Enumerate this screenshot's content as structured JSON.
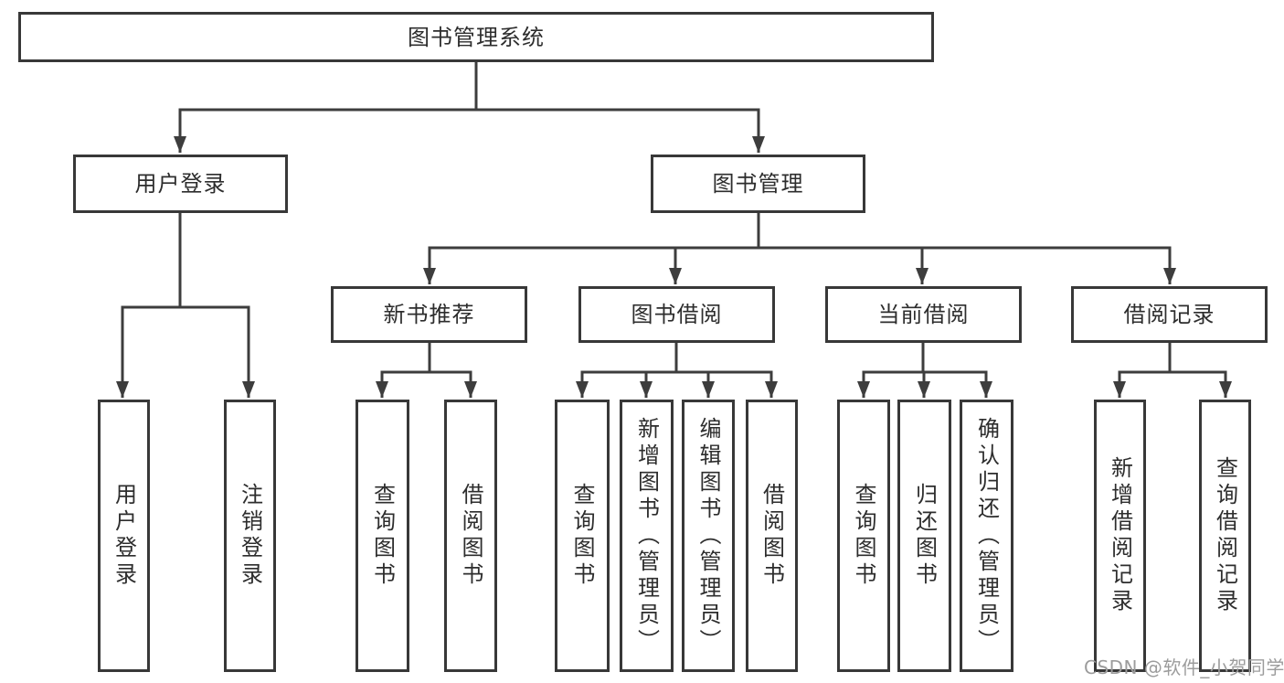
{
  "palette": {
    "background": "#ffffff",
    "box_border": "#383838",
    "line": "#3d3d3d",
    "text": "#2d2d2d",
    "watermark_text": "#9c9c9c"
  },
  "watermark": "CSDN @软件_小贺同学",
  "tree": {
    "label": "图书管理系统",
    "children": [
      {
        "label": "用户登录",
        "children": [
          {
            "label": "用户登录"
          },
          {
            "label": "注销登录"
          }
        ]
      },
      {
        "label": "图书管理",
        "children": [
          {
            "label": "新书推荐",
            "children": [
              {
                "label": "查询图书"
              },
              {
                "label": "借阅图书"
              }
            ]
          },
          {
            "label": "图书借阅",
            "children": [
              {
                "label": "查询图书"
              },
              {
                "label": "新增图书（管理员）"
              },
              {
                "label": "编辑图书（管理员）"
              },
              {
                "label": "借阅图书"
              }
            ]
          },
          {
            "label": "当前借阅",
            "children": [
              {
                "label": "查询图书"
              },
              {
                "label": "归还图书"
              },
              {
                "label": "确认归还（管理员）"
              }
            ]
          },
          {
            "label": "借阅记录",
            "children": [
              {
                "label": "新增借阅记录"
              },
              {
                "label": "查询借阅记录"
              }
            ]
          }
        ]
      }
    ]
  }
}
